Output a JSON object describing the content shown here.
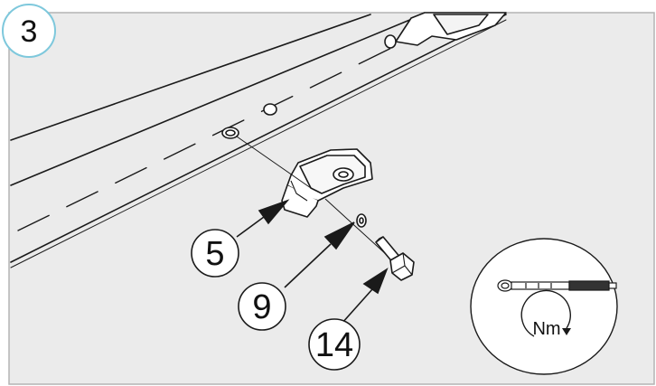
{
  "step": {
    "number": "3",
    "accent": "#7ec8dc"
  },
  "callouts": [
    {
      "label": "5"
    },
    {
      "label": "9"
    },
    {
      "label": "14"
    }
  ],
  "torque": {
    "label": "Nm"
  },
  "colors": {
    "background": "#ebebeb",
    "line": "#1a1a1a",
    "border": "#b4b4b4"
  },
  "icons": [
    "ratchet-wrench-icon",
    "rotate-clockwise-icon"
  ]
}
